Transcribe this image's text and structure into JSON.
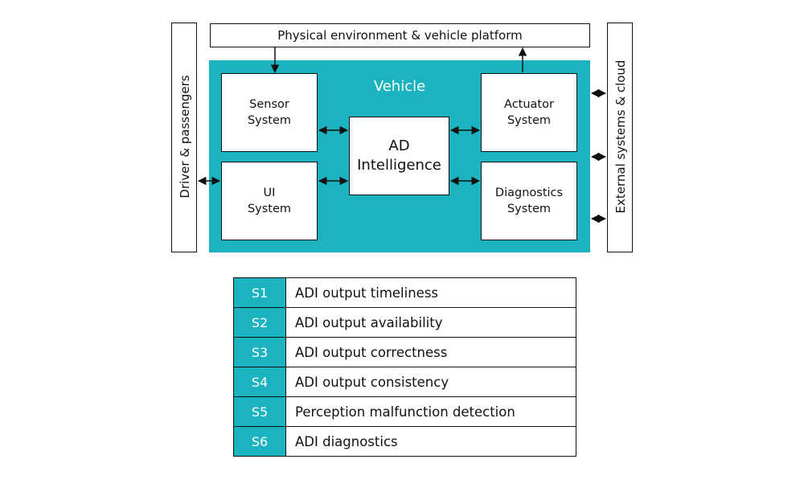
{
  "diagram": {
    "platform_label": "Physical environment & vehicle platform",
    "vehicle_label": "Vehicle",
    "left_label": "Driver & passengers",
    "right_label": "External systems & cloud",
    "sensor_line1": "Sensor",
    "sensor_line2": "System",
    "ui_line1": "UI",
    "ui_line2": "System",
    "ad_line1": "AD",
    "ad_line2": "Intelligence",
    "actuator_line1": "Actuator",
    "actuator_line2": "System",
    "diag_line1": "Diagnostics",
    "diag_line2": "System",
    "colors": {
      "vehicle": "#1ab3bf",
      "border": "#111111"
    }
  },
  "legend": {
    "rows": [
      {
        "code": "S1",
        "label": "ADI output timeliness"
      },
      {
        "code": "S2",
        "label": "ADI output availability"
      },
      {
        "code": "S3",
        "label": "ADI output correctness"
      },
      {
        "code": "S4",
        "label": "ADI output consistency"
      },
      {
        "code": "S5",
        "label": "Perception malfunction detection"
      },
      {
        "code": "S6",
        "label": "ADI diagnostics"
      }
    ]
  }
}
